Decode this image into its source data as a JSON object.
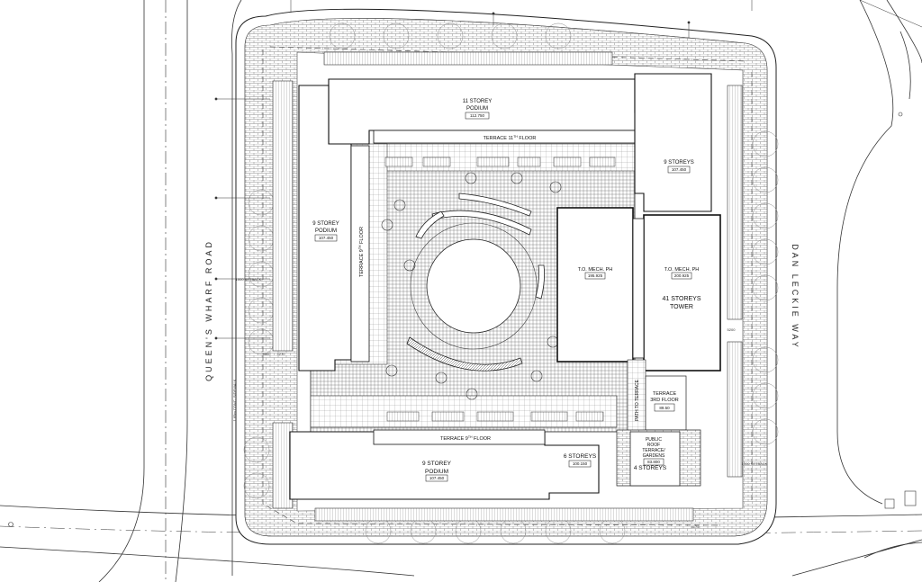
{
  "streets": {
    "west": "QUEEN'S WHARF ROAD",
    "east": "DAN LECKIE WAY"
  },
  "buildings": {
    "north_podium": {
      "line1": "11 STOREY",
      "line2": "PODIUM",
      "elevation": "112.750"
    },
    "northeast": {
      "line1": "9 STOREYS",
      "elevation": "107.450"
    },
    "west_podium": {
      "line1": "9 STOREY",
      "line2": "PODIUM",
      "elevation": "107.450"
    },
    "south_podium": {
      "line1": "9 STOREY",
      "line2": "PODIUM",
      "elevation": "107.450"
    },
    "six_storeys": {
      "line1": "6 STOREYS",
      "elevation": "100.150"
    },
    "four_storeys": {
      "line1": "4 STOREYS"
    },
    "mech_west": {
      "line1": "T.O. MECH. PH",
      "elevation": "195.925"
    },
    "tower": {
      "mech": "T.O. MECH. PH",
      "elevation": "200.925",
      "line1": "41 STOREYS",
      "line2": "TOWER"
    }
  },
  "terraces": {
    "north": {
      "prefix": "TERRACE 11",
      "sup": "TH",
      "suffix": " FLOOR"
    },
    "west": {
      "prefix": "TERRACE 9",
      "sup": "TH",
      "suffix": " FLOOR"
    },
    "south": {
      "prefix": "TERRACE 9",
      "sup": "TH",
      "suffix": " FLOOR"
    },
    "third_floor": {
      "line1": "TERRACE",
      "line2": "3RD FLOOR",
      "elevation": "89.50"
    },
    "path": "PATH TO TERRACE",
    "public_roof": {
      "line1": "PUBLIC",
      "line2": "ROOF",
      "line3": "TERRACE/",
      "line4": "GARDENS",
      "elevation": "83.800"
    }
  },
  "annotations": {
    "west_setback": "1000 SETBACK",
    "west_sidewalk": "1.65m CONC. SIDEWALK",
    "east_setback": "1000 SETBACK",
    "west_dim": "5000",
    "west_dim2": "4270",
    "east_dim": "5200",
    "bottom_dim": "3175"
  },
  "colors": {
    "line": "#1a1a1a",
    "paving": "#6e6e6e",
    "light": "#c8c8c8",
    "dashed": "#555555"
  }
}
